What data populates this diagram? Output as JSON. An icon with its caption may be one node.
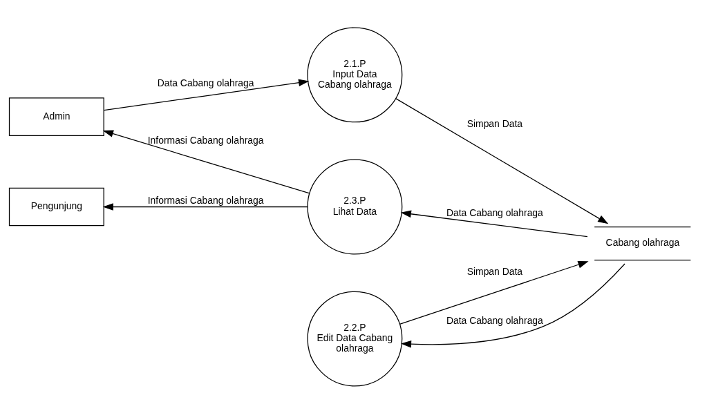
{
  "diagram": {
    "nodes": [
      {
        "text": [
          "Admin"
        ]
      },
      {
        "text": [
          "2.1.P",
          "Input Data Cabang olahraga"
        ]
      },
      {
        "text": [
          "2.2.P",
          "Edit Data Cabang olahraga"
        ]
      },
      {
        "text": [
          "Cabang olahraga"
        ]
      },
      {
        "text": [
          "2.3.P",
          "Lihat Data"
        ]
      },
      {
        "text": [
          "Pengunjung"
        ]
      }
    ],
    "edges": [
      {
        "from": 0,
        "to": 1,
        "arrow": "to",
        "label": "Data Cabang olahraga"
      },
      {
        "from": 1,
        "to": 3,
        "arrow": "to",
        "label": "Simpan Data"
      },
      {
        "from": 2,
        "to": 3,
        "arrow": "to",
        "label": "Simpan Data"
      },
      {
        "from": 3,
        "to": 2,
        "arrow": "to",
        "label": "Data Cabang olahraga"
      },
      {
        "from": 3,
        "to": 4,
        "arrow": "to",
        "label": "Data Cabang olahraga"
      },
      {
        "from": 4,
        "to": 0,
        "arrow": "to",
        "label": "Informasi Cabang olahraga"
      },
      {
        "from": 4,
        "to": 5,
        "arrow": "to",
        "label": "Informasi Cabang olahraga"
      }
    ]
  }
}
